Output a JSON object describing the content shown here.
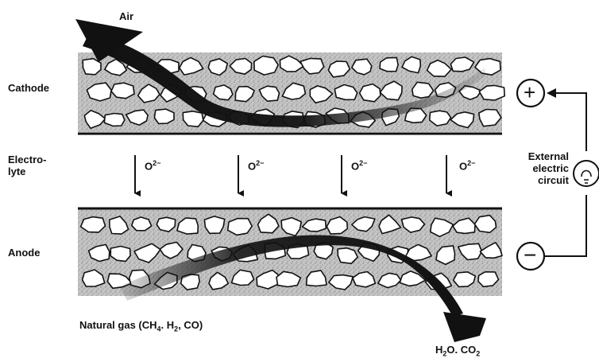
{
  "labels": {
    "air": "Air",
    "cathode": "Cathode",
    "electrolyte_line1": "Electro-",
    "electrolyte_line2": "lyte",
    "anode": "Anode",
    "fuel_prefix": "Natural gas (CH",
    "fuel_sub1": "4",
    "fuel_mid1": ". H",
    "fuel_sub2": "2",
    "fuel_suffix": ", CO)",
    "exhaust_h2o_prefix": "H",
    "exhaust_h2o_sub": "2",
    "exhaust_mid": "O. CO",
    "exhaust_co2_sub": "2",
    "circuit_line1": "External",
    "circuit_line2": "electric",
    "circuit_line3": "circuit",
    "plus_symbol": "+",
    "minus_symbol": "−"
  },
  "ions": [
    {
      "base": "O",
      "charge": "2−"
    },
    {
      "base": "O",
      "charge": "2−"
    },
    {
      "base": "O",
      "charge": "2−"
    },
    {
      "base": "O",
      "charge": "2−"
    }
  ],
  "colors": {
    "layer_fill": "#bdbdbd",
    "grain_fill": "#ffffff",
    "arrow_fill": "#111111",
    "line": "#111111"
  }
}
